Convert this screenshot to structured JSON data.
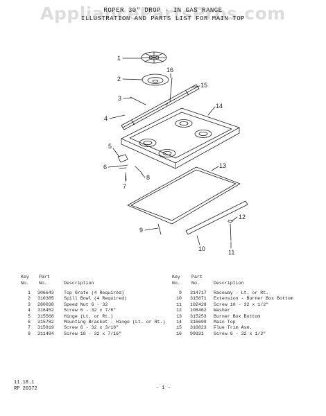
{
  "watermark": "AppliancePartsPros.com",
  "header": {
    "line1": "ROPER 30\" DROP - IN GAS RANGE",
    "line2": "ILLUSTRATION AND PARTS LIST FOR MAIN TOP"
  },
  "callouts": [
    "1",
    "2",
    "3",
    "4",
    "5",
    "6",
    "7",
    "8",
    "9",
    "10",
    "11",
    "12",
    "13",
    "14",
    "15",
    "16"
  ],
  "table": {
    "h_key_top": "Key",
    "h_key_bot": "No.",
    "h_part_top": "Part",
    "h_part_bot": "No.",
    "h_desc": "Description",
    "left": [
      {
        "key": "1",
        "part": "306643",
        "desc": "Top Grate (4 Required)"
      },
      {
        "key": "2",
        "part": "310385",
        "desc": "Spill Bowl (4 Required)"
      },
      {
        "key": "3",
        "part": "280038",
        "desc": "Speed Nut 6 - 32"
      },
      {
        "key": "4",
        "part": "316452",
        "desc": "Screw 6 - 32 x 7/8\""
      },
      {
        "key": "5",
        "part": "315568",
        "desc": "Hinge (Lt. or Rt.)"
      },
      {
        "key": "6",
        "part": "315782",
        "desc": "Mounting Bracket - Hinge (Lt. or Rt.)"
      },
      {
        "key": "7",
        "part": "315919",
        "desc": "Screw 6 - 32 x 3/16\""
      },
      {
        "key": "8",
        "part": "311484",
        "desc": "Screw 10 - 32 x 7/16\""
      }
    ],
    "right": [
      {
        "key": "9",
        "part": "314717",
        "desc": "Raceway - Lt. or Rt."
      },
      {
        "key": "10",
        "part": "315871",
        "desc": "Extension - Burner Box Bottom"
      },
      {
        "key": "11",
        "part": "102428",
        "desc": "Screw 10 - 32 x 1/2\""
      },
      {
        "key": "12",
        "part": "108462",
        "desc": "Washer"
      },
      {
        "key": "13",
        "part": "315253",
        "desc": "Burner Box Bottom"
      },
      {
        "key": "14",
        "part": "316699",
        "desc": "Main Top"
      },
      {
        "key": "15",
        "part": "316823",
        "desc": "Flue Trim Asm."
      },
      {
        "key": "16",
        "part": "99931",
        "desc": "Screw 6 - 32 x 1/2\""
      }
    ]
  },
  "footer": {
    "code1": "11.18.1",
    "code2": "RP 20372",
    "page": "- 1 -"
  }
}
